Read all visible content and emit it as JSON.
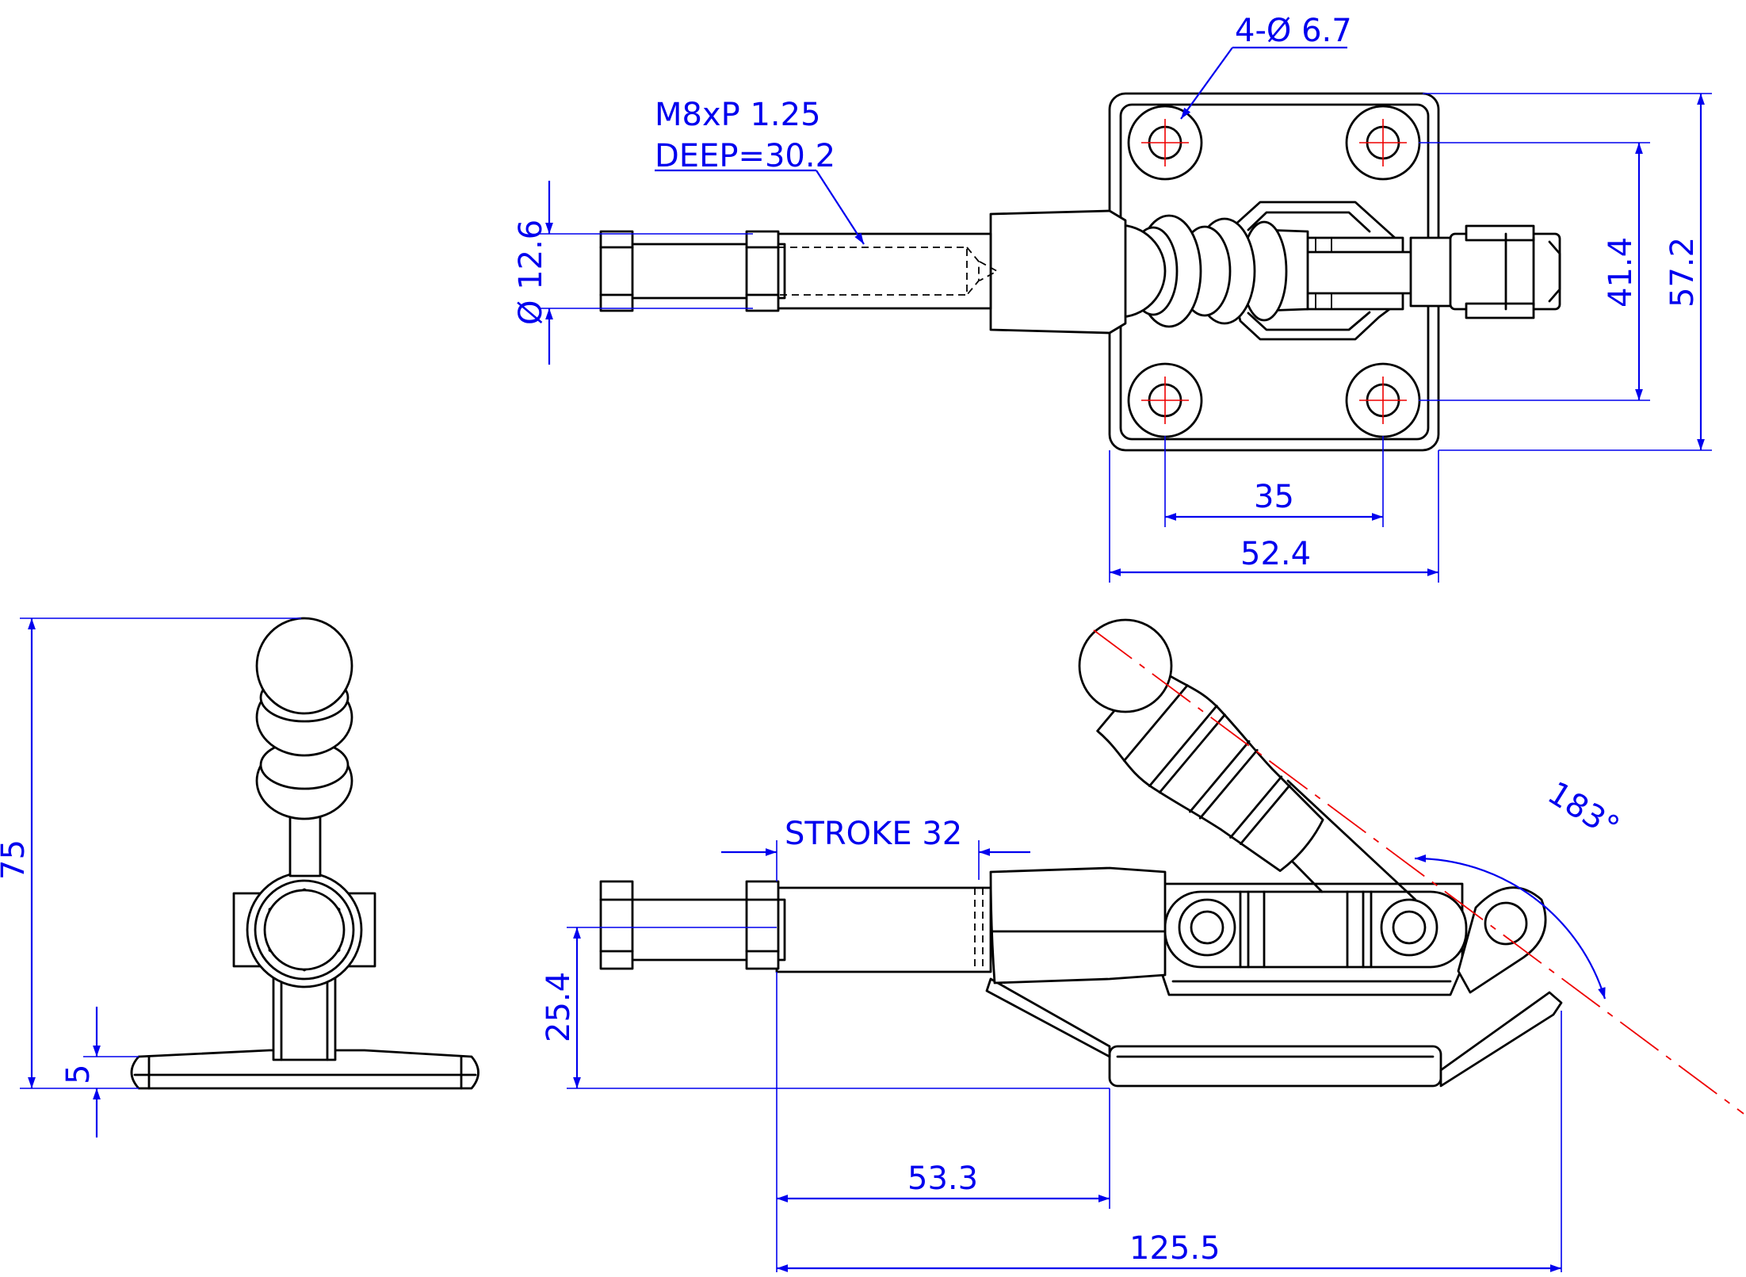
{
  "colors": {
    "outline": "#000000",
    "dimension": "#0000ee",
    "centerline": "#ee0000"
  },
  "dimensions": {
    "holes": "4-Ø 6.7",
    "thread_line1": "M8xP 1.25",
    "thread_line2": "DEEP=30.2",
    "rod_dia": "Ø 12.6",
    "hole_pitch_v": "41.4",
    "base_height": "57.2",
    "hole_pitch_h": "35",
    "base_width": "52.4",
    "overall_height": "75",
    "base_thickness": "5",
    "stroke": "STROKE 32",
    "angle": "183°",
    "rod_height": "25.4",
    "rod_to_base": "53.3",
    "overall_length": "125.5"
  }
}
